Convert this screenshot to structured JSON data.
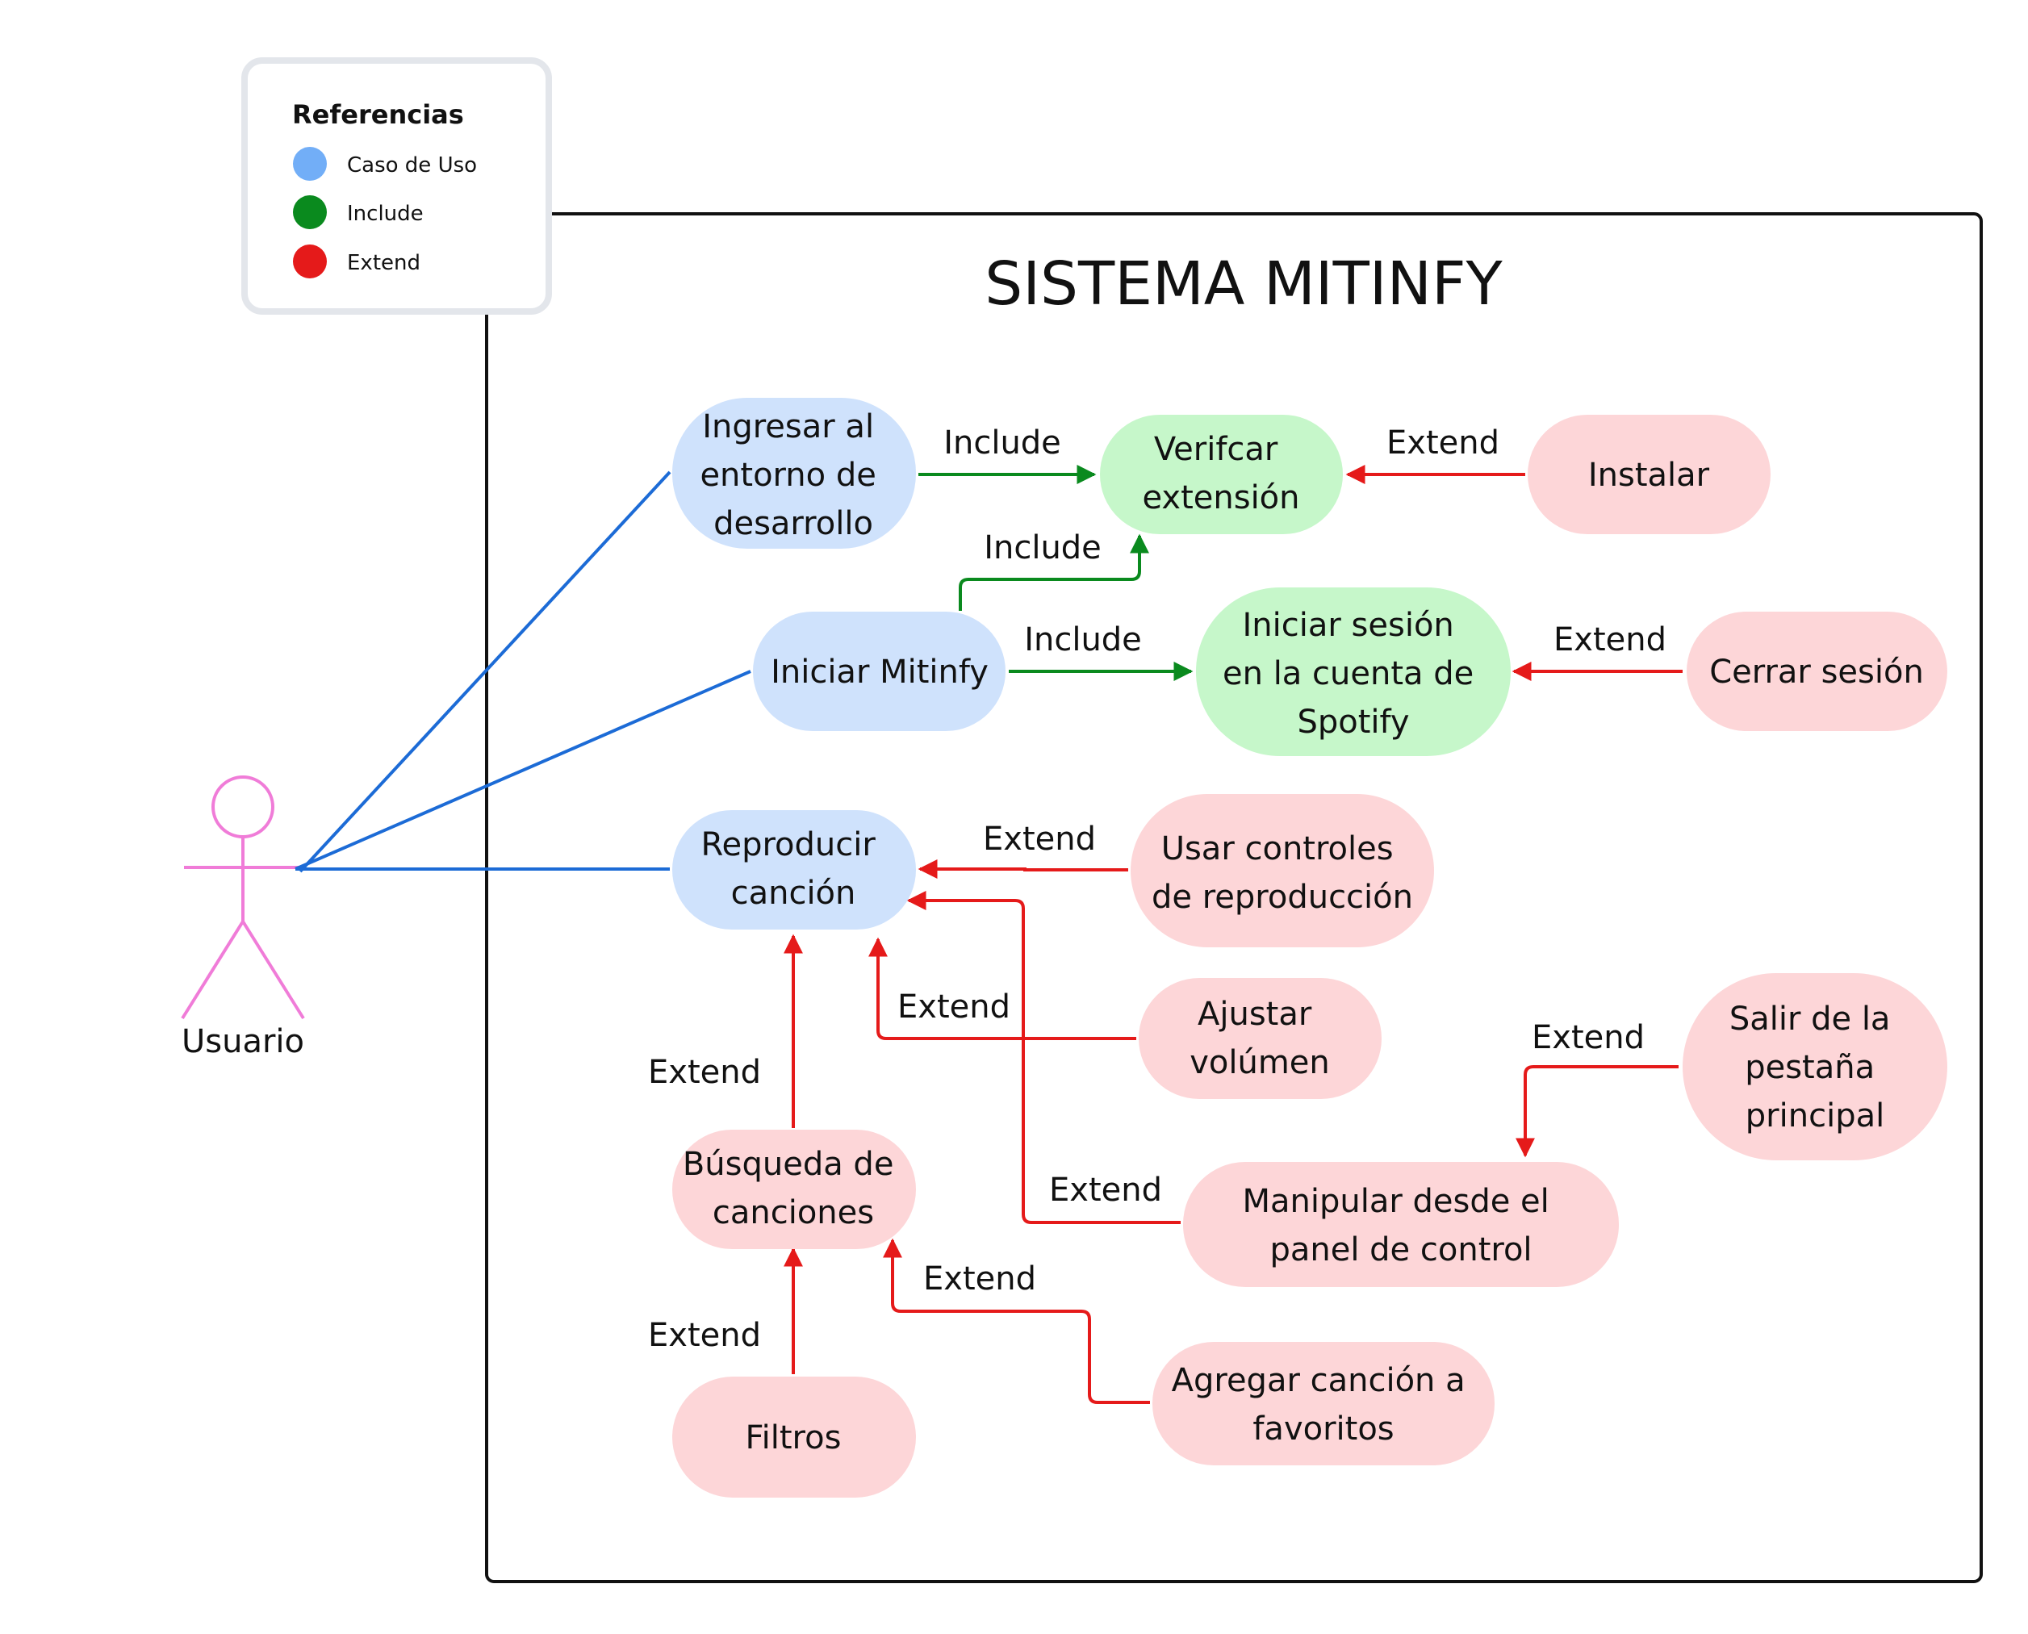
{
  "system": {
    "title": "SISTEMA MITINFY"
  },
  "legend": {
    "title": "Referencias",
    "items": [
      {
        "label": "Caso de Uso",
        "color": "#72AEF7"
      },
      {
        "label": "Include",
        "color": "#0A8A1E"
      },
      {
        "label": "Extend",
        "color": "#E51A1A"
      }
    ]
  },
  "colors": {
    "use_case_fill": "#CFE2FC",
    "include_fill": "#C6F7CA",
    "extend_fill": "#FDD6D8",
    "actor_line": "#F07CD8",
    "association_line": "#1C6BD6",
    "include_line": "#0A8A1E",
    "extend_line": "#E51A1A"
  },
  "actor": {
    "name": "Usuario"
  },
  "nodes": [
    {
      "id": "ingresar",
      "kind": "use_case",
      "lines": [
        "Ingresar al",
        "entorno de",
        "desarrollo"
      ]
    },
    {
      "id": "iniciar_mitinfy",
      "kind": "use_case",
      "lines": [
        "Iniciar Mitinfy"
      ]
    },
    {
      "id": "reproducir",
      "kind": "use_case",
      "lines": [
        "Reproducir",
        "canción"
      ]
    },
    {
      "id": "verificar",
      "kind": "include",
      "lines": [
        "Verifcar",
        "extensión"
      ]
    },
    {
      "id": "iniciar_sesion",
      "kind": "include",
      "lines": [
        "Iniciar sesión",
        "en la cuenta de",
        "Spotify"
      ]
    },
    {
      "id": "instalar",
      "kind": "extend",
      "lines": [
        "Instalar"
      ]
    },
    {
      "id": "cerrar_sesion",
      "kind": "extend",
      "lines": [
        "Cerrar sesión"
      ]
    },
    {
      "id": "usar_controles",
      "kind": "extend",
      "lines": [
        "Usar controles",
        "de reproducción"
      ]
    },
    {
      "id": "ajustar_volumen",
      "kind": "extend",
      "lines": [
        "Ajustar",
        "volúmen"
      ]
    },
    {
      "id": "salir_pestana",
      "kind": "extend",
      "lines": [
        "Salir de la",
        "pestaña",
        "principal"
      ]
    },
    {
      "id": "manipular_panel",
      "kind": "extend",
      "lines": [
        "Manipular desde el",
        "panel de control"
      ]
    },
    {
      "id": "busqueda",
      "kind": "extend",
      "lines": [
        "Búsqueda de",
        "canciones"
      ]
    },
    {
      "id": "agregar_favoritos",
      "kind": "extend",
      "lines": [
        "Agregar canción a",
        "favoritos"
      ]
    },
    {
      "id": "filtros",
      "kind": "extend",
      "lines": [
        "Filtros"
      ]
    }
  ],
  "edges": [
    {
      "id": "e1",
      "from": "ingresar",
      "to": "verificar",
      "type": "include",
      "label": "Include"
    },
    {
      "id": "e2",
      "from": "iniciar_mitinfy",
      "to": "verificar",
      "type": "include",
      "label": "Include"
    },
    {
      "id": "e3",
      "from": "iniciar_mitinfy",
      "to": "iniciar_sesion",
      "type": "include",
      "label": "Include"
    },
    {
      "id": "e4",
      "from": "instalar",
      "to": "verificar",
      "type": "extend",
      "label": "Extend"
    },
    {
      "id": "e5",
      "from": "cerrar_sesion",
      "to": "iniciar_sesion",
      "type": "extend",
      "label": "Extend"
    },
    {
      "id": "e6",
      "from": "usar_controles",
      "to": "reproducir",
      "type": "extend",
      "label": "Extend"
    },
    {
      "id": "e7",
      "from": "ajustar_volumen",
      "to": "reproducir",
      "type": "extend",
      "label": "Extend"
    },
    {
      "id": "e8",
      "from": "manipular_panel",
      "to": "reproducir",
      "type": "extend",
      "label": "Extend"
    },
    {
      "id": "e9",
      "from": "salir_pestana",
      "to": "manipular_panel",
      "type": "extend",
      "label": "Extend"
    },
    {
      "id": "e10",
      "from": "busqueda",
      "to": "reproducir",
      "type": "extend",
      "label": "Extend"
    },
    {
      "id": "e11",
      "from": "filtros",
      "to": "busqueda",
      "type": "extend",
      "label": "Extend"
    },
    {
      "id": "e12",
      "from": "agregar_favoritos",
      "to": "busqueda",
      "type": "extend",
      "label": "Extend"
    },
    {
      "id": "a1",
      "from": "actor",
      "to": "ingresar",
      "type": "association",
      "label": ""
    },
    {
      "id": "a2",
      "from": "actor",
      "to": "iniciar_mitinfy",
      "type": "association",
      "label": ""
    },
    {
      "id": "a3",
      "from": "actor",
      "to": "reproducir",
      "type": "association",
      "label": ""
    }
  ]
}
